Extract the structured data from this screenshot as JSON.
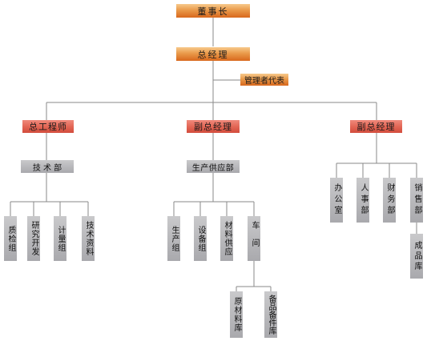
{
  "org": {
    "chairman": "董事长",
    "general_manager": "总经理",
    "mgmt_rep": "管理者代表",
    "chief_engineer": "总工程师",
    "deputy_gm_1": "副总经理",
    "deputy_gm_2": "副总经理",
    "tech_dept": "技 术 部",
    "prod_supply_dept": "生产供应部",
    "tech_units": [
      "质检组",
      "研究开发",
      "计量组",
      "技术资料"
    ],
    "prod_units": [
      "生产组",
      "设备组",
      "材料供应",
      "车间"
    ],
    "workshop_units": [
      "原材料库",
      "备品备件库"
    ],
    "admin_units": [
      "办公室",
      "人事部",
      "财务部",
      "销售部"
    ],
    "sales_sub": "成品库"
  },
  "colors": {
    "top_accent": "#e0812f",
    "level2_accent": "#e05a48",
    "dept_gray": "#b3b3b6",
    "connector": "#8a8a8a"
  }
}
